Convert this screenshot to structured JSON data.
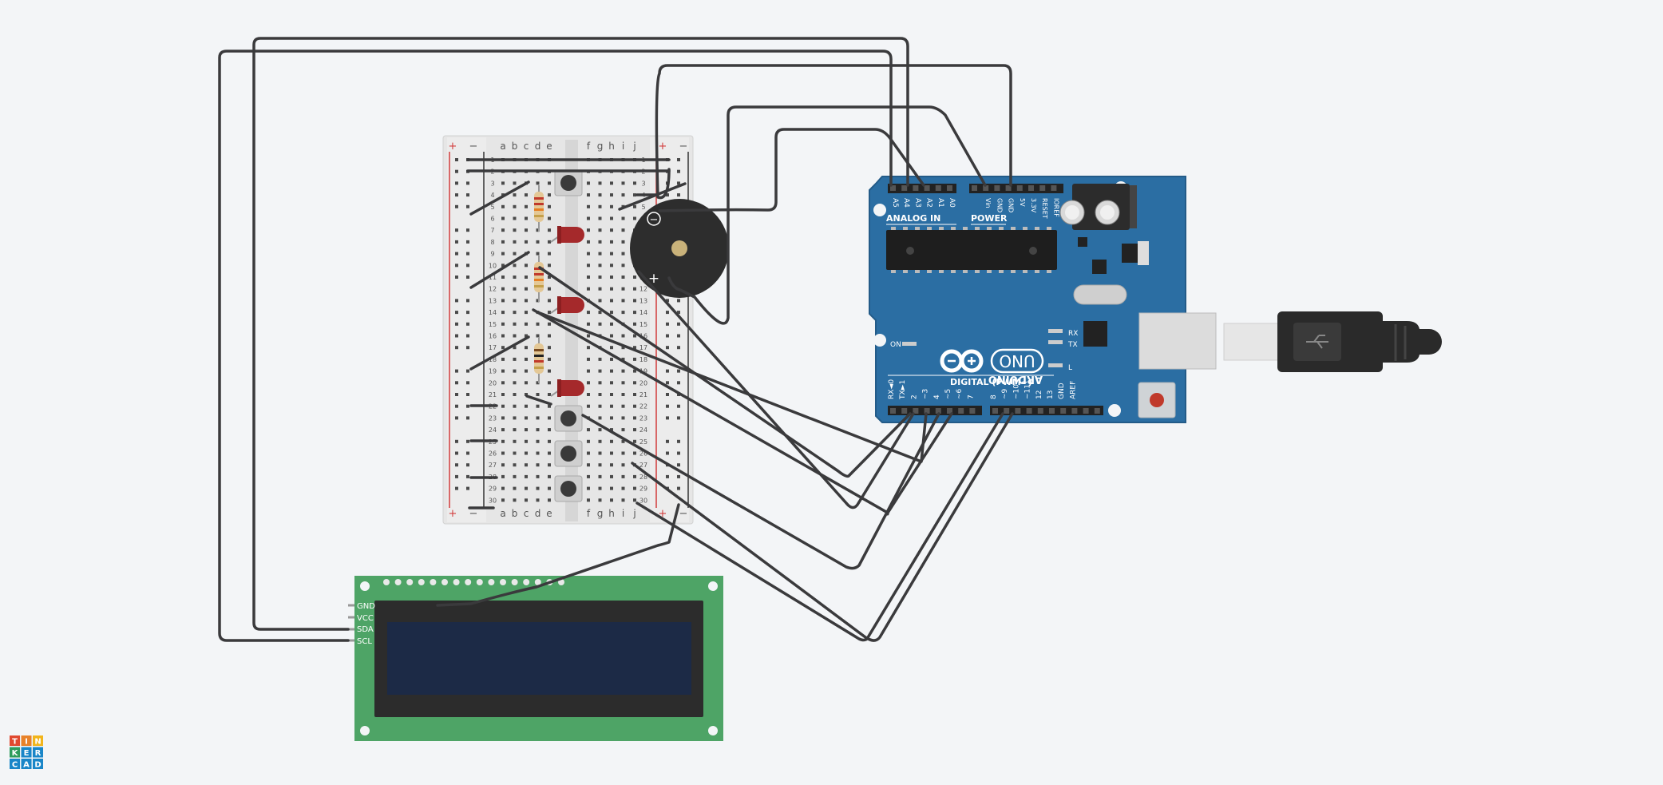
{
  "breadboard": {
    "rail_plus": "+",
    "rail_minus": "−",
    "cols_left": [
      "a",
      "b",
      "c",
      "d",
      "e"
    ],
    "cols_right": [
      "f",
      "g",
      "h",
      "i",
      "j"
    ],
    "rows": [
      "1",
      "2",
      "3",
      "4",
      "5",
      "6",
      "7",
      "8",
      "9",
      "10",
      "11",
      "12",
      "13",
      "14",
      "15",
      "16",
      "17",
      "18",
      "19",
      "20",
      "21",
      "22",
      "23",
      "24",
      "25",
      "26",
      "27",
      "28",
      "29",
      "30"
    ]
  },
  "buzzer": {
    "minus": "−",
    "plus": "+"
  },
  "arduino": {
    "brand": "ARDUINO",
    "model": "UNO",
    "analog_label": "ANALOG IN",
    "power_label": "POWER",
    "digital_label": "DIGITAL (PWM~)",
    "on_label": "ON",
    "tx_label": "TX",
    "rx_label": "RX",
    "l_label": "L",
    "analog_pins": [
      "A5",
      "A4",
      "A3",
      "A2",
      "A1",
      "A0"
    ],
    "power_pins": [
      "Vin",
      "GND",
      "GND",
      "5V",
      "3.3V",
      "RESET",
      "IOREF"
    ],
    "digital_pins": [
      "RX◄0",
      "TX►1",
      "2",
      "~3",
      "4",
      "~5",
      "~6",
      "7",
      "8",
      "~9",
      "~10",
      "~11",
      "12",
      "13",
      "GND",
      "AREF"
    ]
  },
  "lcd": {
    "pin_gnd": "GND",
    "pin_vcc": "VCC",
    "pin_sda": "SDA",
    "pin_scl": "SCL"
  },
  "logo": {
    "letters": [
      "T",
      "I",
      "N",
      "K",
      "E",
      "R",
      "C",
      "A",
      "D"
    ],
    "colors": [
      "#e0492f",
      "#e8822a",
      "#f2b51c",
      "#2e9c5c",
      "#1a86c8",
      "#1a86c8",
      "#1a86c8",
      "#1a86c8",
      "#1a86c8"
    ]
  },
  "colors": {
    "board_blue": "#2b6ea3",
    "lcd_green": "#4ea466",
    "lcd_screen": "#1c2a46",
    "wire": "#3a3a3c",
    "led_red": "#a5292b"
  }
}
